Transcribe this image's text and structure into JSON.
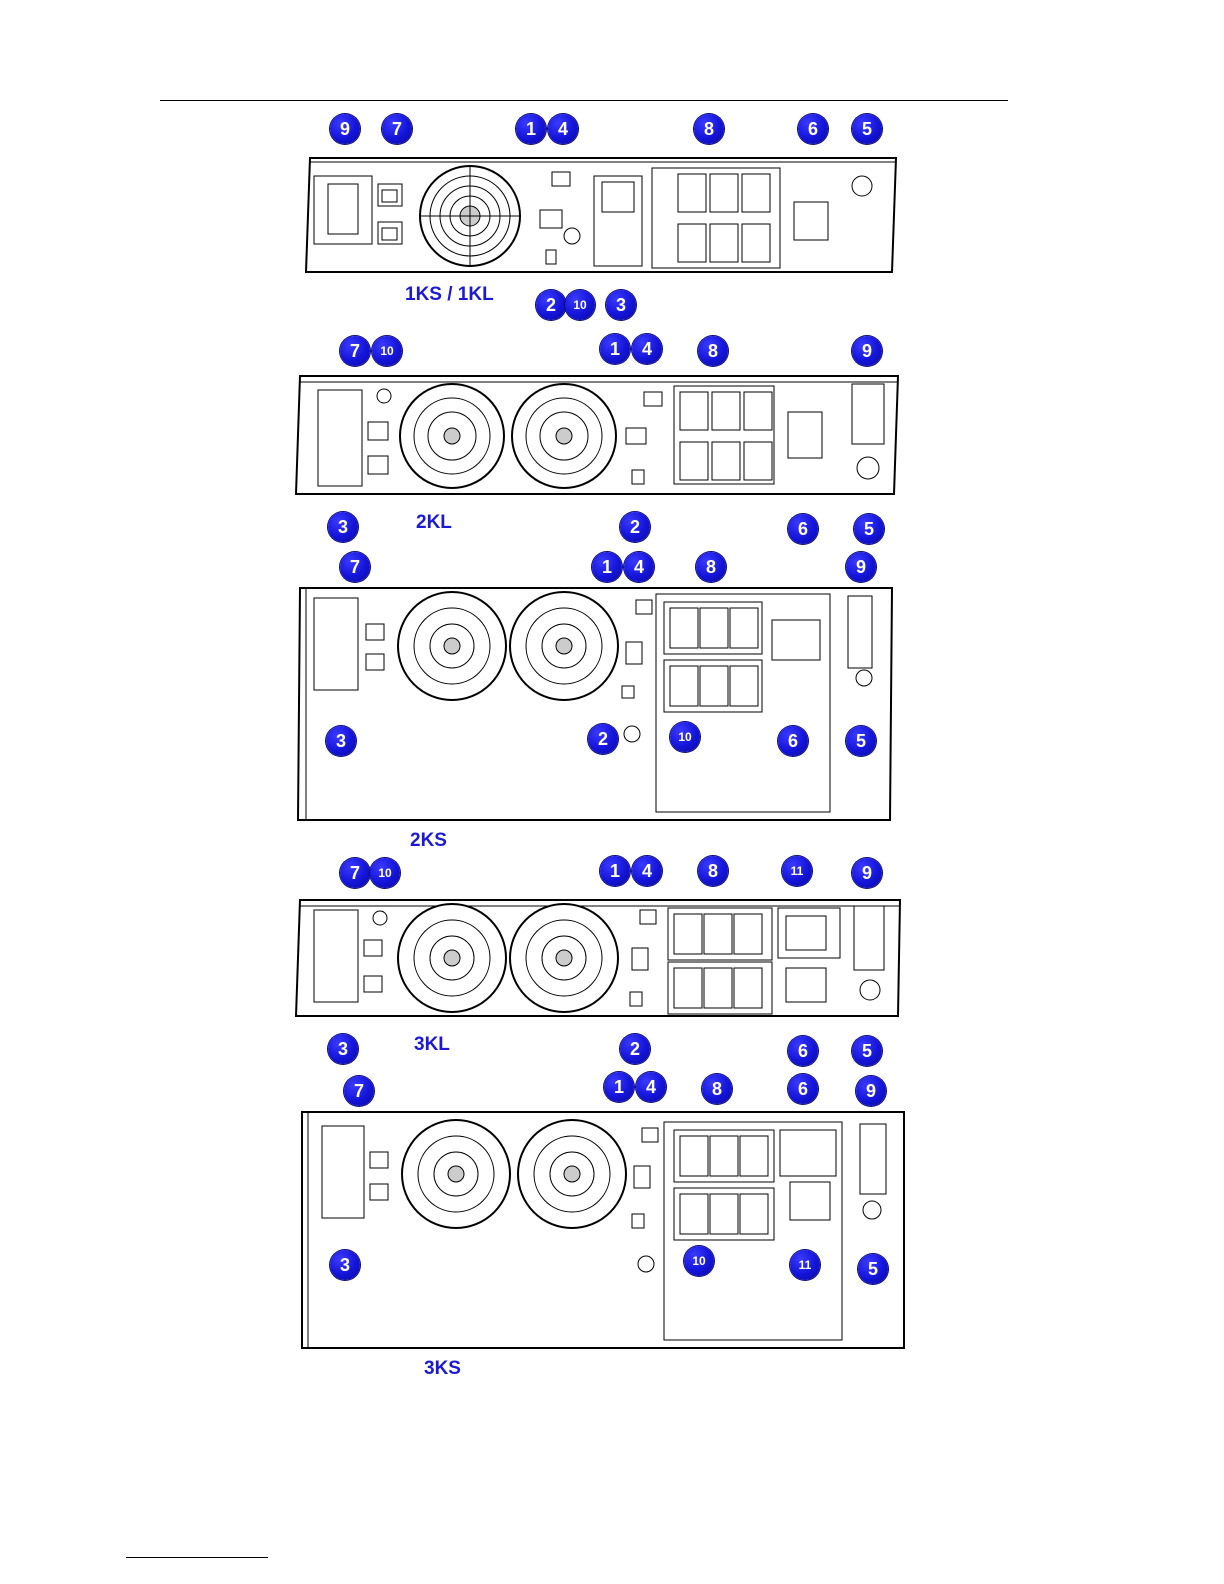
{
  "models": [
    {
      "id": "1ks-1kl",
      "label": "1KS / 1KL",
      "callouts": [
        "9",
        "7",
        "1",
        "4",
        "8",
        "6",
        "5",
        "2",
        "10",
        "3"
      ]
    },
    {
      "id": "2kl",
      "label": "2KL",
      "callouts": [
        "7",
        "10",
        "1",
        "4",
        "8",
        "9",
        "3",
        "2",
        "6",
        "5"
      ]
    },
    {
      "id": "2ks",
      "label": "2KS",
      "callouts": [
        "7",
        "1",
        "4",
        "8",
        "9",
        "3",
        "2",
        "10",
        "6",
        "5"
      ]
    },
    {
      "id": "3kl",
      "label": "3KL",
      "callouts": [
        "7",
        "10",
        "1",
        "4",
        "8",
        "11",
        "9",
        "3",
        "2",
        "6",
        "5"
      ]
    },
    {
      "id": "3ks",
      "label": "3KS",
      "callouts": [
        "7",
        "1",
        "4",
        "8",
        "6",
        "9",
        "3",
        "10",
        "11",
        "5"
      ]
    }
  ],
  "icons": {
    "fan": "fan-grille-icon",
    "outlet": "iec-outlet-icon",
    "rj45": "rj45-port-icon",
    "serial": "db9-port-icon"
  }
}
